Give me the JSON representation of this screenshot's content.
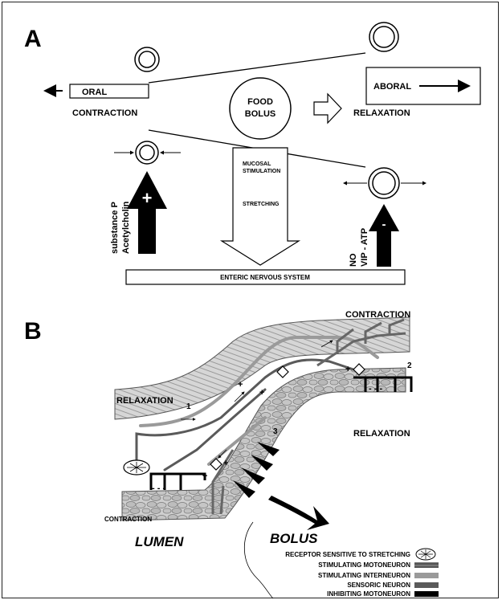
{
  "panel_a": {
    "letter": "A",
    "oral": "ORAL",
    "aboral": "ABORAL",
    "contraction": "CONTRACTION",
    "relaxation": "RELAXATION",
    "food": "FOOD",
    "bolus": "BOLUS",
    "mucosal": "MUCOSAL",
    "stimulation": "STIMULATION",
    "stretching": "STRETCHING",
    "plus_sign": "+",
    "minus_sign": "-",
    "substance_p": "substance P",
    "acetylcholin": "Acetylcholin",
    "no": "NO",
    "vip_atp": "VIP - ATP",
    "ens": "ENTERIC NERVOUS SYSTEM"
  },
  "panel_b": {
    "letter": "B",
    "contraction_top": "CONTRACTION",
    "relaxation_left": "RELAXATION",
    "relaxation_right": "RELAXATION",
    "contraction_bottom": "CONTRACTION",
    "lumen": "LUMEN",
    "bolus": "BOLUS",
    "num_1": "1",
    "num_2": "2",
    "num_3": "3",
    "legend": [
      {
        "label": "RECEPTOR SENSITIVE TO STRETCHING",
        "key": "receptor"
      },
      {
        "label": "STIMULATING MOTONEURON",
        "key": "stim_moto"
      },
      {
        "label": "STIMULATING INTERNEURON",
        "key": "stim_inter"
      },
      {
        "label": "SENSORIC NEURON",
        "key": "sensoric"
      },
      {
        "label": "INHIBITING MOTONEURON",
        "key": "inhib"
      }
    ]
  },
  "colors": {
    "ink": "#000000",
    "muscle_fill": "#d0d0d0",
    "mucosa_fill": "#c8c8c8",
    "stim_interneuron": "#9a9a9a",
    "sensoric_neuron": "#5a5a5a",
    "inhibiting_motoneuron": "#000000",
    "stimulating_motoneuron": "#707070"
  }
}
